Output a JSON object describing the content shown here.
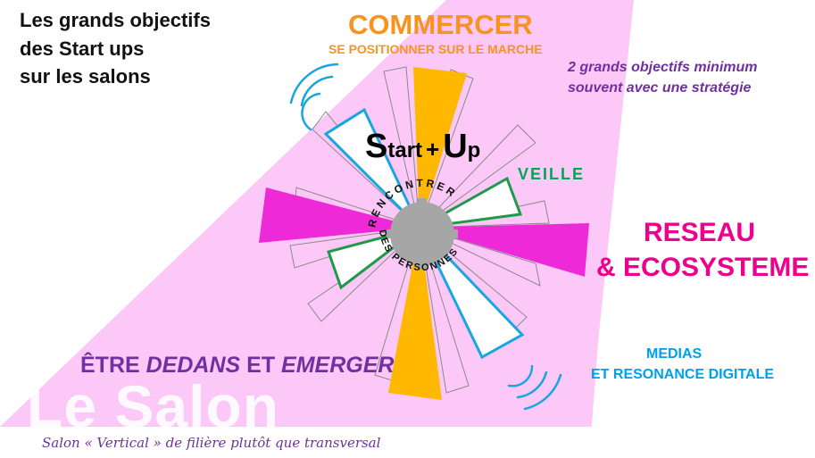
{
  "title_lines": [
    "Les grands objectifs",
    "des Start ups",
    "sur les salons"
  ],
  "commercer": {
    "title": "COMMERCER",
    "subtitle": "SE POSITIONNER SUR LE MARCHE"
  },
  "objectives_note": [
    "2 grands objectifs minimum",
    "souvent avec une stratégie"
  ],
  "veille": "VEILLE",
  "reseau": [
    "RESEAU",
    "& ECOSYSTEME"
  ],
  "medias": [
    "MEDIAS",
    "ET RESONANCE DIGITALE"
  ],
  "etre": {
    "part1": "ÊTRE ",
    "part2": "DEDANS",
    "part3": " ET ",
    "part4": "EMERGER"
  },
  "salon_label": "Le Salon",
  "footnote": "Salon « Vertical » de filière plutôt que transversal",
  "startup": {
    "s": "S",
    "tart": "tart",
    "plus": "+",
    "u": "U",
    "p": "p"
  },
  "center_arc": {
    "top": "RENCONTRER",
    "bottom": "DES PERSONNES"
  },
  "colors": {
    "background_triangle": "#fcc8f8",
    "orange": "#ffb800",
    "magenta": "#ee2ad8",
    "blue": "#18a6e0",
    "green": "#1e9a4a",
    "purple": "#7030a0",
    "hub": "#a6a6a6"
  }
}
